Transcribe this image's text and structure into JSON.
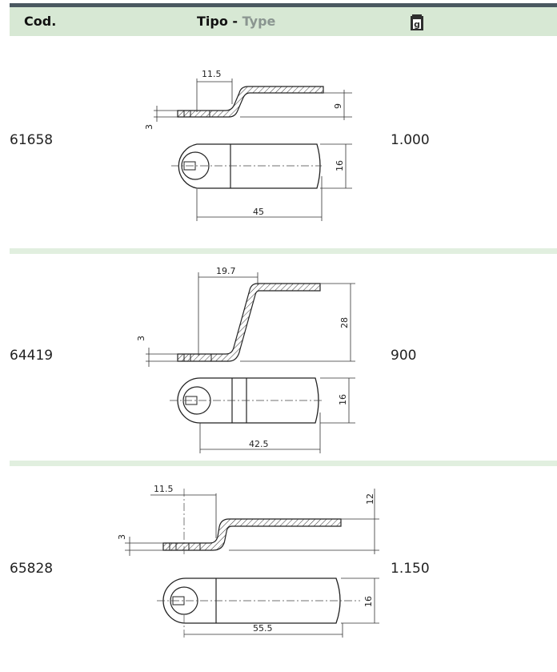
{
  "header": {
    "code_label": "Cod.",
    "type_label_it": "Tipo - ",
    "type_label_en": "Type",
    "weight_icon": "weight-g-icon",
    "weight_icon_letter": "g"
  },
  "colors": {
    "header_bg": "#d7e8d4",
    "top_rule": "#4a5860",
    "row_separator": "#e1efdf",
    "type_en_text": "#8a9590"
  },
  "items": [
    {
      "code": "61658",
      "weight": "1.000",
      "dims": {
        "d1": "11.5",
        "d2": "9",
        "d3": "3",
        "d4": "16",
        "d5": "45"
      }
    },
    {
      "code": "64419",
      "weight": "900",
      "dims": {
        "d1": "19.7",
        "d2": "28",
        "d3": "3",
        "d4": "16",
        "d5": "42.5"
      }
    },
    {
      "code": "65828",
      "weight": "1.150",
      "dims": {
        "d1": "11.5",
        "d2": "12",
        "d3": "3",
        "d4": "16",
        "d5": "55.5"
      }
    }
  ]
}
